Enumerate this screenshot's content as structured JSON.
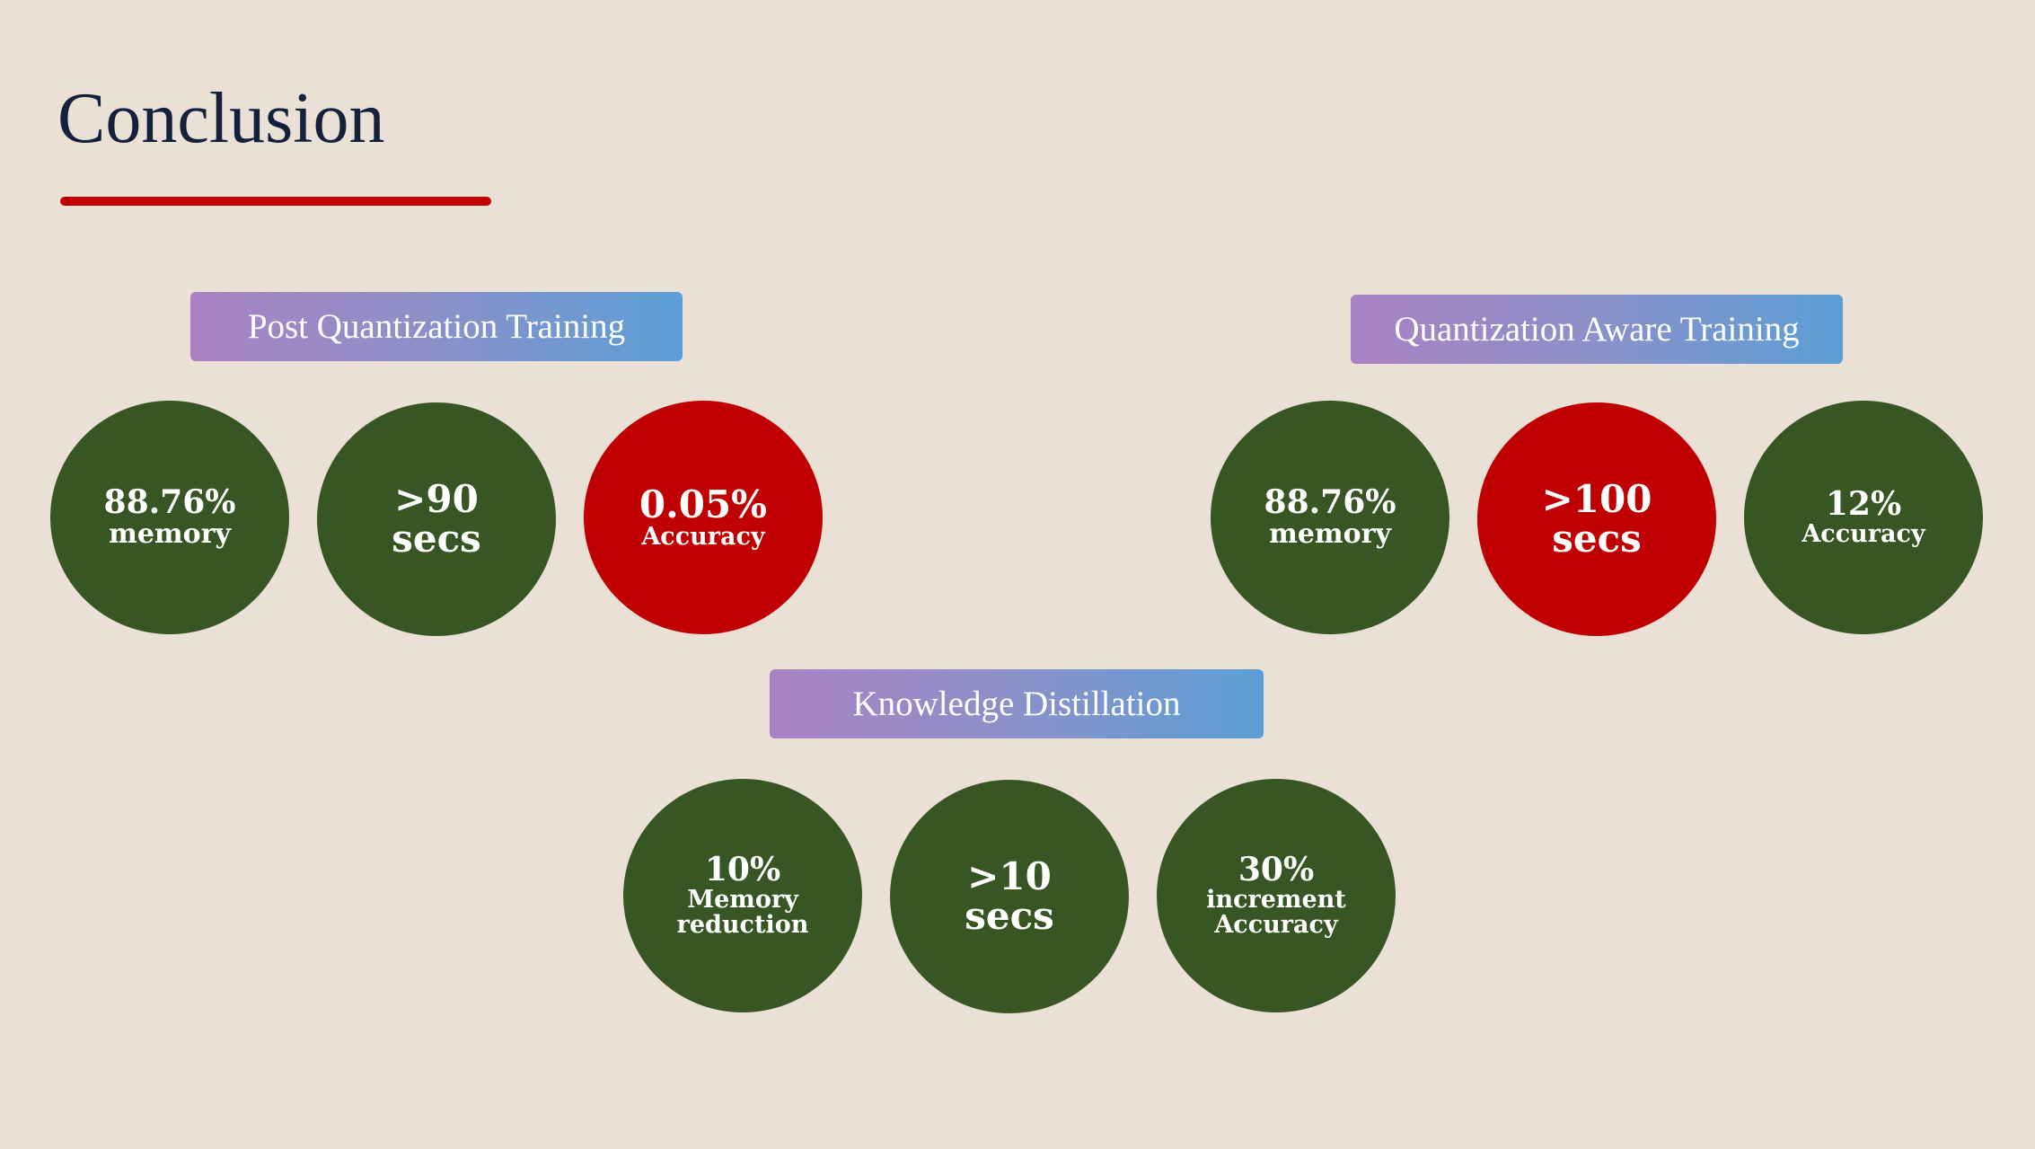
{
  "slide": {
    "title": "Conclusion",
    "accent_color": "#c00000",
    "good_color": "#375623",
    "bad_color": "#c00000"
  },
  "groups": {
    "ptq": {
      "label": "Post Quantization Training",
      "stats": [
        {
          "value": "88.76%",
          "caption": "memory",
          "status": "good"
        },
        {
          "value": ">90",
          "caption": "secs",
          "status": "good"
        },
        {
          "value": "0.05%",
          "caption": "Accuracy",
          "status": "bad"
        }
      ]
    },
    "qat": {
      "label": "Quantization Aware Training",
      "stats": [
        {
          "value": "88.76%",
          "caption": "memory",
          "status": "good"
        },
        {
          "value": ">100",
          "caption": "secs",
          "status": "bad"
        },
        {
          "value": "12%",
          "caption": "Accuracy",
          "status": "good"
        }
      ]
    },
    "kd": {
      "label": "Knowledge Distillation",
      "stats": [
        {
          "value": "10%",
          "caption": "Memory",
          "caption2": "reduction",
          "status": "good"
        },
        {
          "value": ">10",
          "caption": "secs",
          "status": "good"
        },
        {
          "value": "30%",
          "caption": "increment",
          "caption2": "Accuracy",
          "status": "good"
        }
      ]
    }
  }
}
